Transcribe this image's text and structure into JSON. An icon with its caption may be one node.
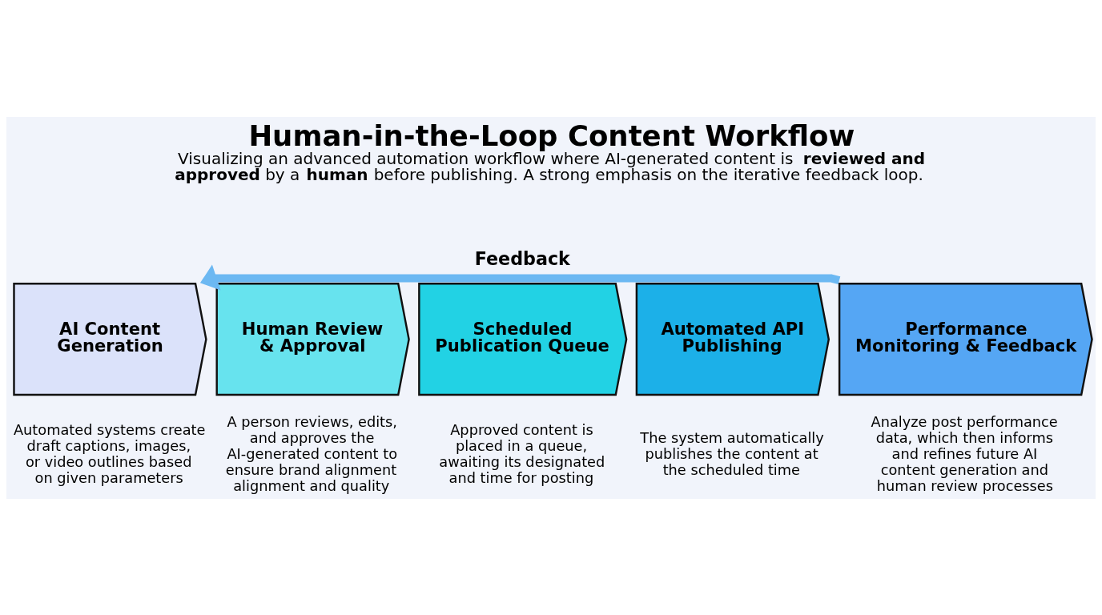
{
  "diagram": {
    "title": "Human-in-the-Loop Content Workflow",
    "caption": "Visualizing an advanced automation workflow where AI-generated content is **reviewed and approved** by a **human** before publishing. A strong emphasis on the iterative feedback loop.",
    "nodes": [
      {
        "text": [
          "AI Content Generation"
        ],
        "beside": [
          "Automated systems create draft captions, images, or video outlines based on given parameters"
        ]
      },
      {
        "text": [
          "Human Review & Approval"
        ],
        "beside": [
          "A person reviews, edits, and approves the AI-generated content to ensure brand alignment alignment and quality"
        ]
      },
      {
        "text": [
          "Scheduled Publication Queue"
        ],
        "beside": [
          "Approved content is placed in a queue, awaiting its designated and time for posting"
        ]
      },
      {
        "text": [
          "Automated API Publishing"
        ],
        "beside": [
          "The system automatically publishes the content at the scheduled time"
        ]
      },
      {
        "text": [
          "Performance Monitoring & Feedback"
        ],
        "beside": [
          "Analyze post performance data, which then informs and refines future AI content generation and human review processes"
        ]
      }
    ],
    "edges": [
      {
        "from": 4,
        "to": 0,
        "arrow": "to",
        "label": "Feedback"
      }
    ]
  }
}
